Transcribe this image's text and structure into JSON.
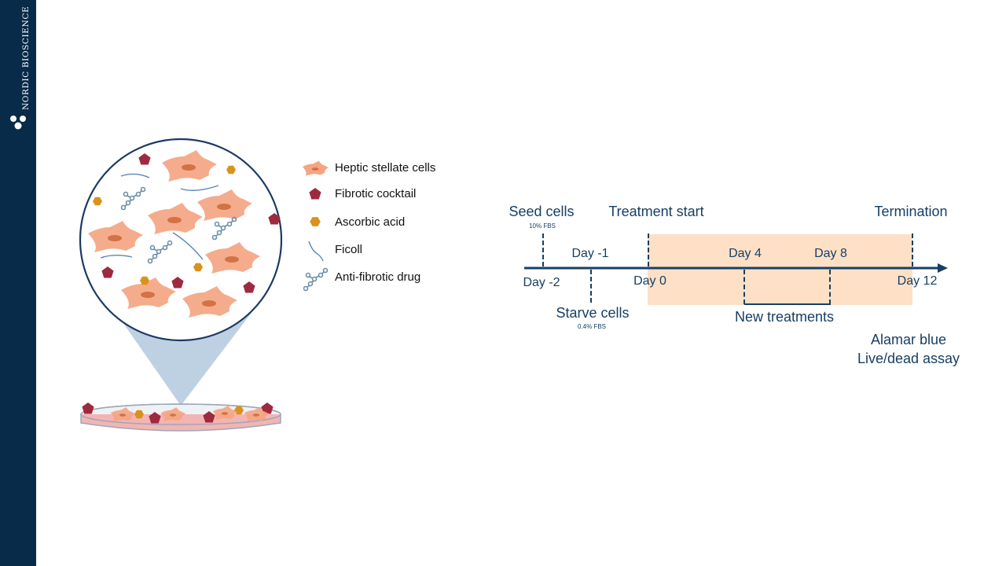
{
  "brand": {
    "name": "NORDIC BIOSCIENCE",
    "color": "#082b4a"
  },
  "legend": [
    {
      "icon": "stellate-cell-icon",
      "label": "Heptic stellate cells"
    },
    {
      "icon": "pentagon-icon",
      "label": "Fibrotic cocktail"
    },
    {
      "icon": "hexagon-icon",
      "label": "Ascorbic acid"
    },
    {
      "icon": "squiggle-icon",
      "label": "Ficoll"
    },
    {
      "icon": "molecule-icon",
      "label": "Anti-fibrotic drug"
    }
  ],
  "timeline": {
    "events": {
      "seed": "Seed cells",
      "seed_note": "10% FBS",
      "treatment_start": "Treatment start",
      "termination": "Termination",
      "starve": "Starve cells",
      "starve_note": "0.4% FBS",
      "new_treatments": "New treatments",
      "readout_1": "Alamar blue",
      "readout_2": "Live/dead assay"
    },
    "days": {
      "d_minus2": "Day -2",
      "d_minus1": "Day -1",
      "d0": "Day 0",
      "d4": "Day 4",
      "d8": "Day 8",
      "d12": "Day 12"
    },
    "colors": {
      "axis": "#173f63",
      "treatment_band": "#fde0c6"
    }
  },
  "colors": {
    "cell": "#f4a582",
    "pentagon": "#9e2a40",
    "hexagon": "#d9921a",
    "strand": "#5a87b5",
    "dish_medium": "#f6c3c3"
  }
}
